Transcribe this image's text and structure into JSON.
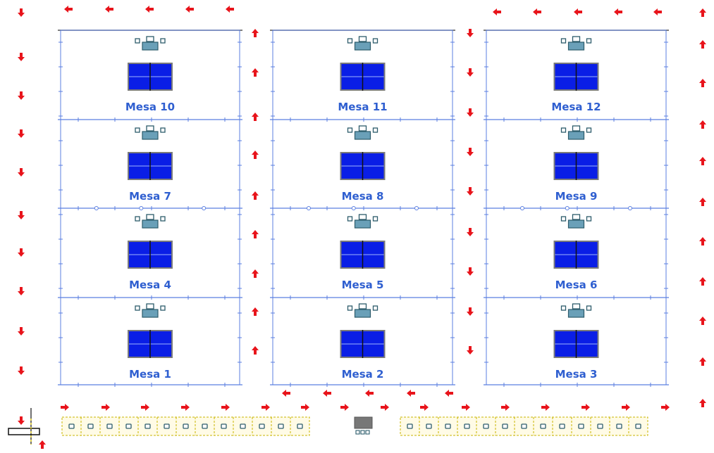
{
  "tables": [
    {
      "label": "Mesa 10",
      "col": 0,
      "row": 0
    },
    {
      "label": "Mesa 11",
      "col": 1,
      "row": 0
    },
    {
      "label": "Mesa 12",
      "col": 2,
      "row": 0
    },
    {
      "label": "Mesa 7",
      "col": 0,
      "row": 1
    },
    {
      "label": "Mesa 8",
      "col": 1,
      "row": 1
    },
    {
      "label": "Mesa 9",
      "col": 2,
      "row": 1
    },
    {
      "label": "Mesa 4",
      "col": 0,
      "row": 2
    },
    {
      "label": "Mesa 5",
      "col": 1,
      "row": 2
    },
    {
      "label": "Mesa 6",
      "col": 2,
      "row": 2
    },
    {
      "label": "Mesa 1",
      "col": 0,
      "row": 3
    },
    {
      "label": "Mesa 2",
      "col": 1,
      "row": 3
    },
    {
      "label": "Mesa 3",
      "col": 2,
      "row": 3
    }
  ],
  "colors": {
    "table": "#0a1ee6",
    "table_border": "#7a7a7a",
    "grid": "#5b7fe0",
    "label": "#2f5fd0",
    "arrow": "#e8141b",
    "umpire": "#6aa0b8",
    "bench_border": "#c8b400",
    "bench_fill": "#fffbe6"
  },
  "bench": {
    "left_seats": 13,
    "right_seats": 13
  }
}
